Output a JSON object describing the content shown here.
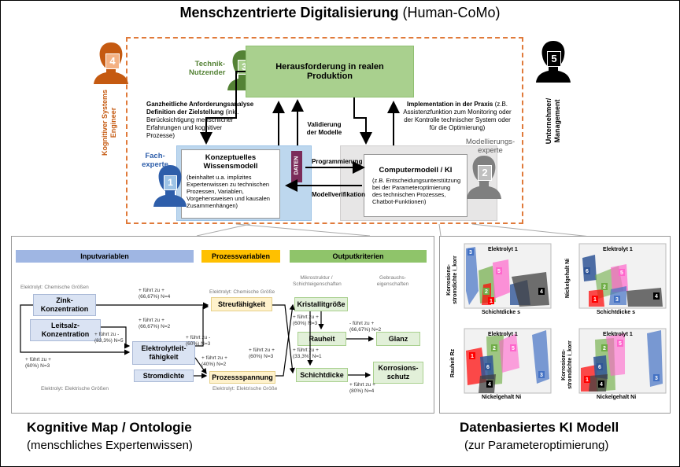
{
  "title": {
    "bold": "Menschzentrierte Digitalisierung",
    "rest": " (Human-CoMo)"
  },
  "roles": {
    "engineer": {
      "number": "4",
      "label_line1": "Kognitiver Systems",
      "label_line2": "Engineer",
      "color": "#c55a11"
    },
    "user": {
      "number": "3",
      "label_line1": "Technik-",
      "label_line2": "Nutzender",
      "color": "#548235"
    },
    "expert": {
      "number": "1",
      "label_line1": "Fach-",
      "label_line2": "experte",
      "color": "#2e5eaa"
    },
    "modeler": {
      "number": "2",
      "label_line1": "Modellierungs-",
      "label_line2": "experte",
      "color": "#595959"
    },
    "manager": {
      "number": "5",
      "label_line1": "Unternehmer/",
      "label_line2": "Management",
      "color": "#000000"
    }
  },
  "boxes": {
    "challenge": {
      "line1": "Herausforderung in realen",
      "line2": "Produktion"
    },
    "concept": {
      "title1": "Konzeptuelles",
      "title2": "Wissensmodell",
      "desc": [
        "(beinhaltet u.a. implizites",
        "Expertenwissen zu technischen",
        "Prozessen, Variablen,",
        "Vorgehensweisen und kausalen",
        "Zusammenhängen)"
      ]
    },
    "computer": {
      "title": "Computermodell / KI",
      "desc": [
        "(z.B. Entscheidungsunterstützung",
        "bei der Parameteroptimierung",
        "des technischen Prozesses,",
        "Chatbot-Funktionen)"
      ]
    },
    "daten": "DATEN"
  },
  "annotations": {
    "analysis": {
      "bold1": "Ganzheitliche Anforderungsanalyse",
      "bold2": "Definition der Zielstellung",
      "rest": [
        " (inkl.",
        "Berücksichtigung menschlicher",
        "Erfahrungen und kognitiver",
        "Prozesse)"
      ]
    },
    "validation": {
      "line1": "Validierung",
      "line2": "der Modelle"
    },
    "implementation": {
      "bold": "Implementation in der Praxis",
      "rest": [
        " (z.B.",
        "Assistenzfunktion zum Monitoring oder",
        "der Kontrolle technischer System oder",
        "für die Optimierung)"
      ]
    },
    "programming": "Programmierung",
    "verification": "Modellverifikation"
  },
  "map": {
    "headers": {
      "input": "Inputvariablen",
      "process": "Prozessvariablen",
      "output": "Outputkriterien"
    },
    "header_colors": {
      "input": "#8faadc",
      "process": "#ffc000",
      "output": "#70ad47"
    },
    "captions": {
      "chem": "Elektrolyt: Chemische Größen",
      "chem2": "Elektrolyt: Chemische Größe",
      "elec": "Elektrolyt: Elektrische Größen",
      "elec2": "Elektrolyt: Elektrische Größe",
      "micro1": "Mikrostruktur /",
      "micro2": "Schichteigenschaften",
      "use1": "Gebrauchs-",
      "use2": "eigenschaften"
    },
    "nodes": {
      "zink": "Zink-\nKonzentration",
      "leitsalz": "Leitsalz-\nKonzentration",
      "leitfaehig": "Elektrolytleit-\nfähigkeit",
      "stromdichte": "Stromdichte",
      "streu": "Streufähigkeit",
      "spannung": "Prozessspannung",
      "kristall": "Kristallitgröße",
      "rauheit": "Rauheit",
      "glanz": "Glanz",
      "schicht": "Schichtdicke",
      "korrosion": "Korrosions-\nschutz"
    },
    "edges": {
      "e1": "+ führt zu +\n(66,67%) N=4",
      "e2": "+ führt zu +\n(66,67%) N=2",
      "e3": "+ führt zu -\n(83,3%) N=5",
      "e4": "+ führt zu +\n(60%) N=3",
      "e5": "+ führt zu -\n(60%) N=3",
      "e6": "+ führt zu +\n(40%) N=2",
      "e7": "+ führt zu +\n(60%)   N=3",
      "e8": "+ führt zu +\n(60%) N=3",
      "e9": "- führt zu +\n(66,67%) N=2",
      "e10": "+ führt zu +\n(33,3%) N=1",
      "e11": "+ führt zu +\n(80%) N=4"
    }
  },
  "plots": [
    {
      "title": "Elektrolyt 1",
      "ylabel1": "Korrosions-",
      "ylabel2": "stromdichte i_korr",
      "xlabel": "Schichtdicke s"
    },
    {
      "title": "Elektrolyt 1",
      "ylabel1": "Nickelgehalt Ni",
      "ylabel2": "",
      "xlabel": "Schichtdicke s"
    },
    {
      "title": "Elektrolyt 1",
      "ylabel1": "Rauheit Rz",
      "ylabel2": "",
      "xlabel": "Nickelgehalt Ni"
    },
    {
      "title": "Elektrolyt 1",
      "ylabel1": "Korrosions-",
      "ylabel2": "stromdichte i_korr",
      "xlabel": "Nickelgehalt Ni"
    }
  ],
  "cluster_colors": {
    "1": "#ff0000",
    "2": "#70ad47",
    "3": "#4472c4",
    "4": "#000000",
    "5": "#ff66cc",
    "6": "#2f5597"
  },
  "footer": {
    "left_title": "Kognitive Map / Ontologie",
    "left_sub": "(menschliches Expertenwissen)",
    "right_title": "Datenbasiertes KI Modell",
    "right_sub": "(zur Parameteroptimierung)"
  }
}
